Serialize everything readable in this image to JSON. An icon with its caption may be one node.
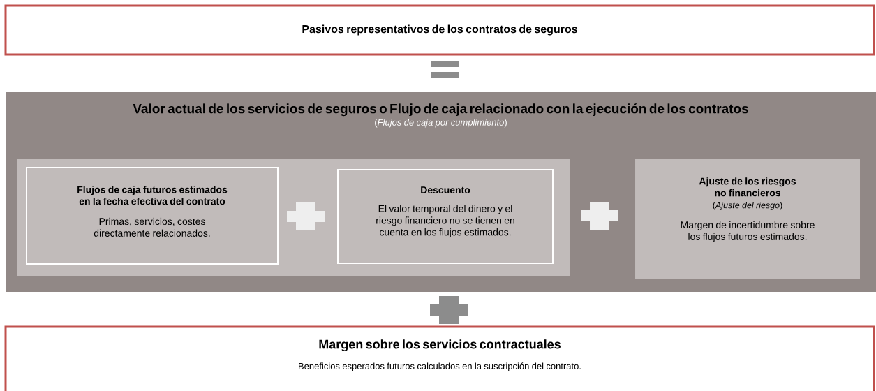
{
  "diagram": {
    "nodes": [
      {
        "text": [
          "Pasivos representativos de los contratos de seguros"
        ]
      },
      {
        "text": [
          "Valor actual de los servicios de seguros o Flujo de caja relacionado con la ejecución de los contratos",
          "(*Flujos de caja por cumplimiento*)"
        ]
      },
      {
        "text": [],
        "shape": "box",
        "in": 1
      },
      {
        "text": [
          "Flujos de caja futuros estimados en la fecha efectiva del contrato",
          "Primas, servicios, costes directamente relacionados."
        ],
        "in": 2
      },
      {
        "text": [
          "Descuento",
          "El valor temporal del dinero y el riesgo financiero no se tienen en cuenta en los flujos estimados."
        ],
        "in": 2
      },
      {
        "text": [
          "Ajuste de los riesgos no financieros",
          "(*Ajuste del riesgo*)",
          "Margen de incertidumbre sobre los flujos futuros estimados."
        ],
        "in": 1
      },
      {
        "text": [
          "Margen sobre los servicios contractuales",
          "Beneficios esperados futuros calculados en la suscripción del contrato."
        ]
      }
    ],
    "edges": []
  }
}
